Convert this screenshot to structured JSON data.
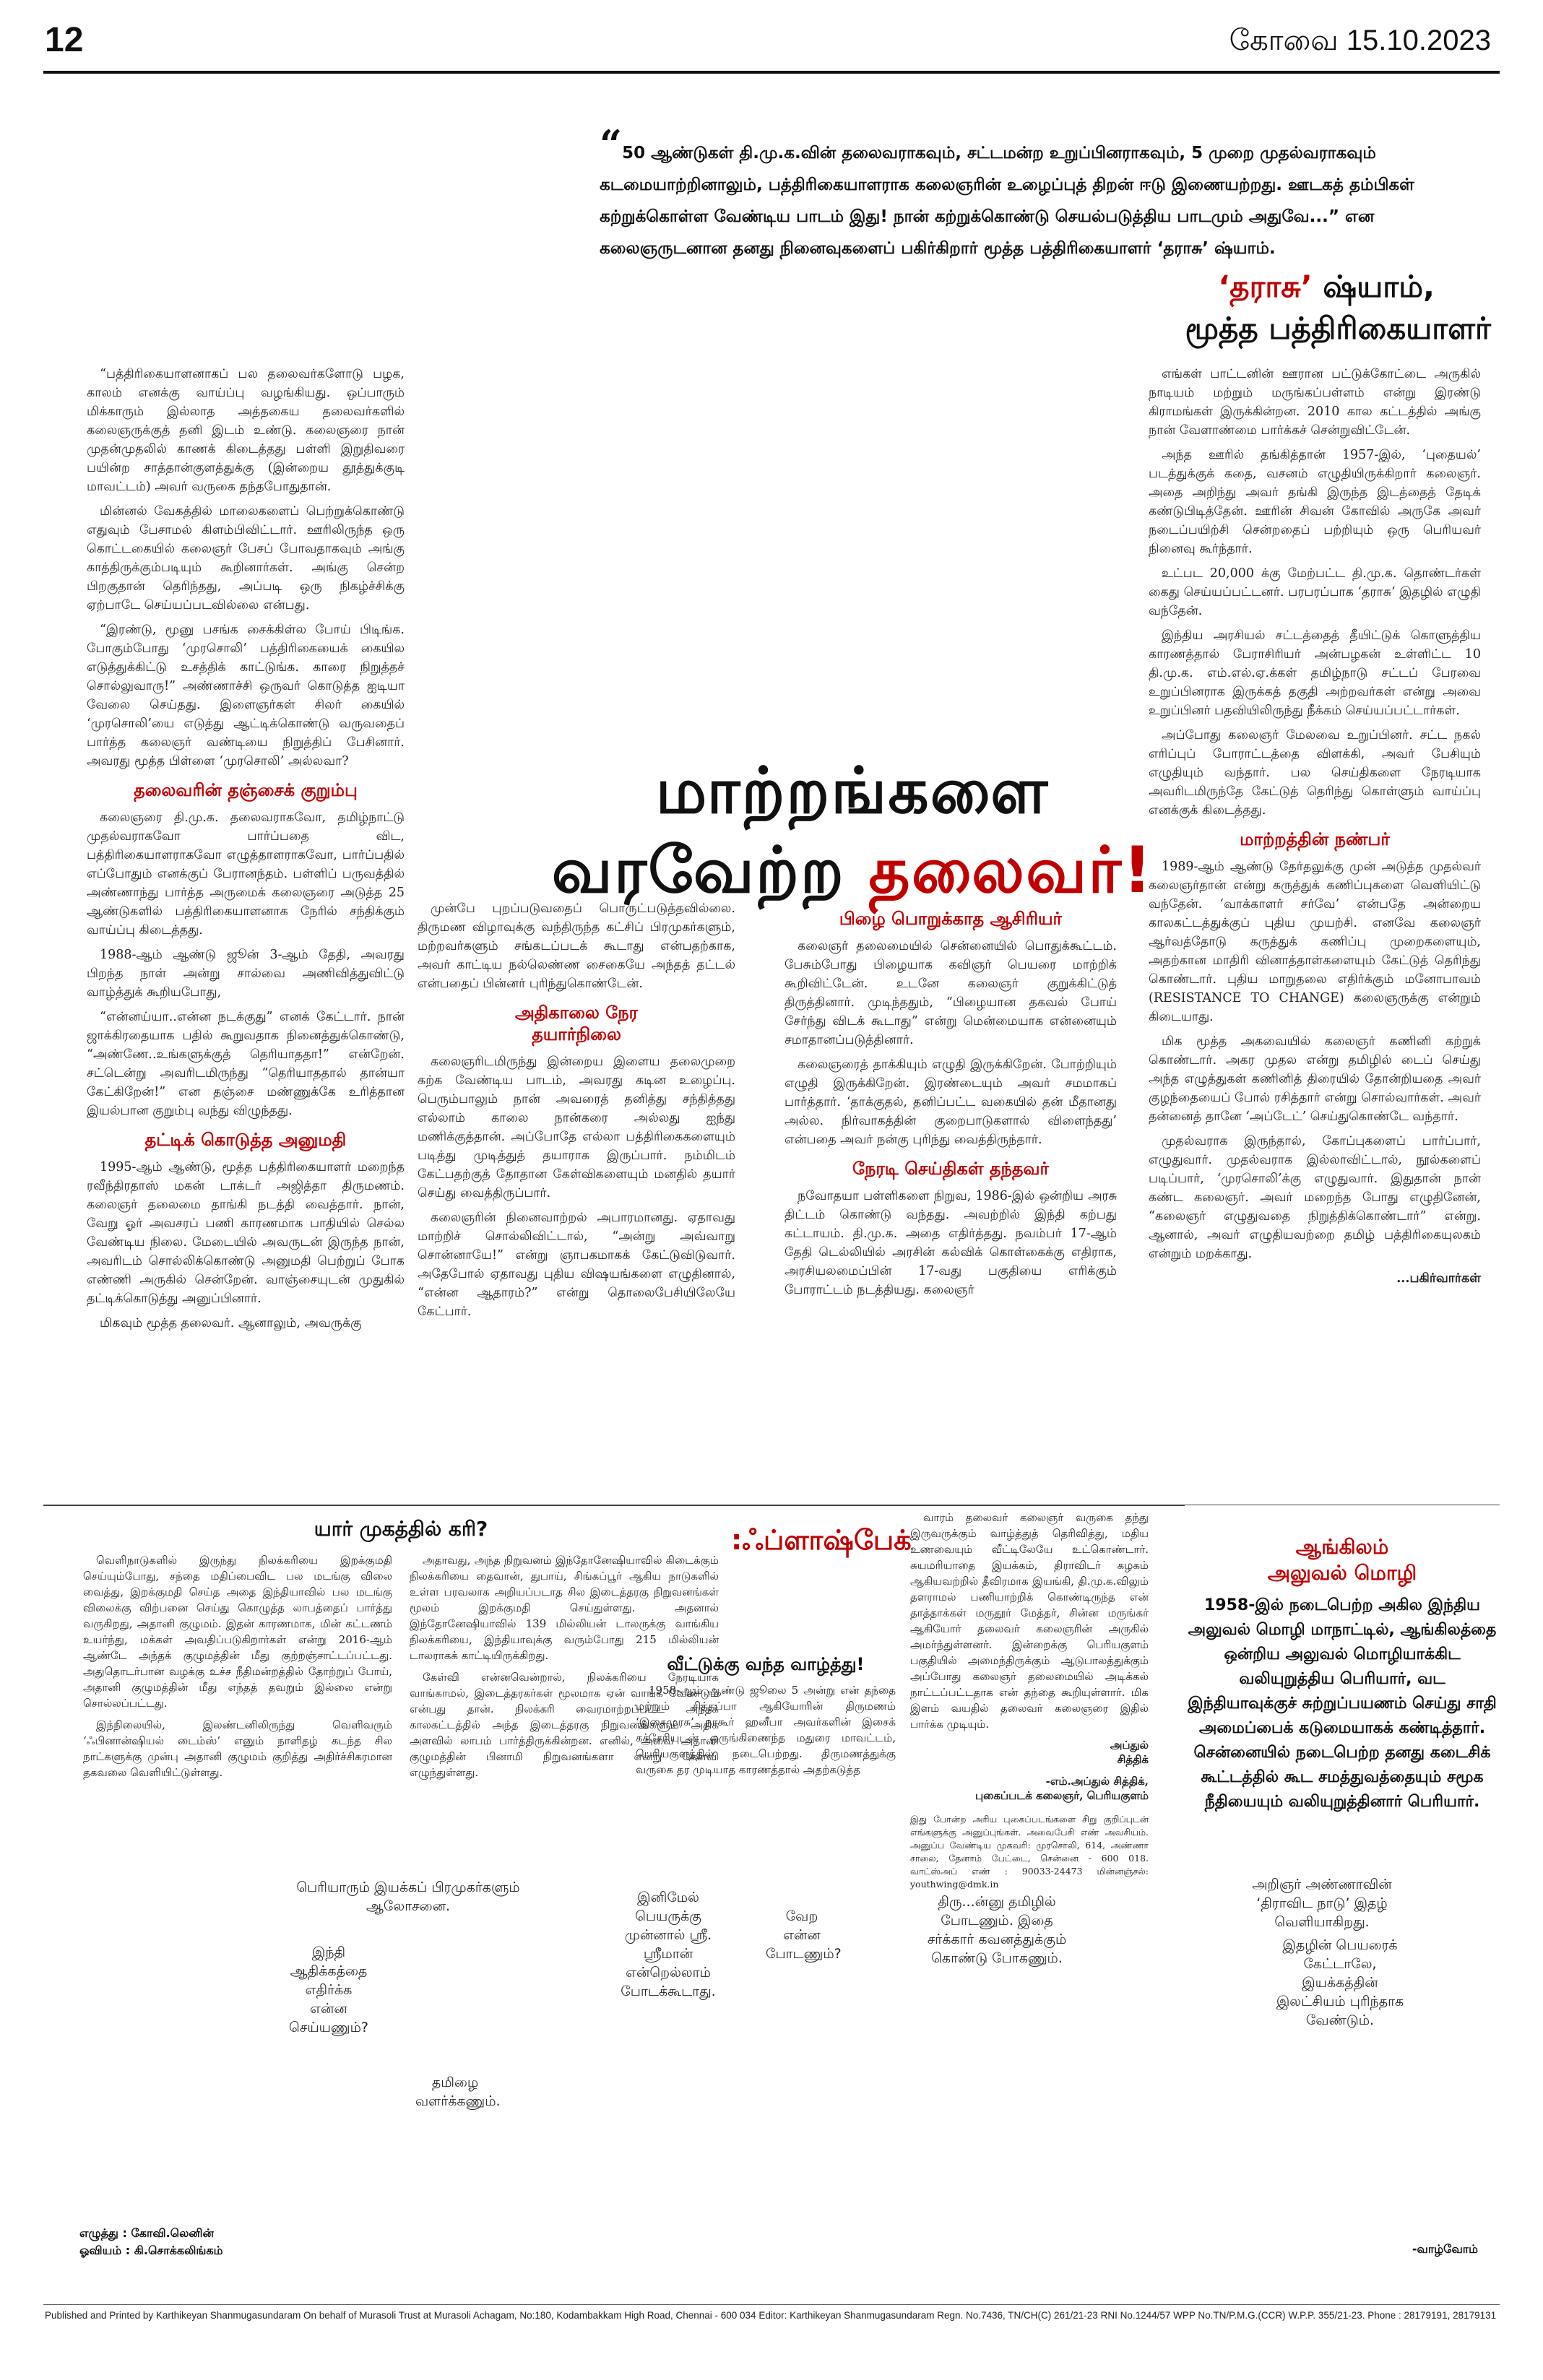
{
  "header": {
    "page_number": "12",
    "date": "கோவை  15.10.2023"
  },
  "intro": {
    "open_quote": "“",
    "text": "50 ஆண்டுகள் தி.மு.க.வின் தலைவராகவும், சட்டமன்ற உறுப்பினராகவும், 5 முறை முதல்வராகவும் கடமையாற்றினாலும், பத்திரிகையாளராக கலைஞரின் உழைப்புத் திறன் ஈடு இணையற்றது. ஊடகத் தம்பிகள் கற்றுக்கொள்ள வேண்டிய பாடம் இது! நான் கற்றுக்கொண்டு செயல்படுத்திய பாடமும் அதுவே...",
    "close_quote": "”",
    "suffix": " என கலைஞருடனான தனது நினைவுகளைப் பகிர்கிறார் மூத்த பத்திரிகையாளர் ‘தராசு’ ஷ்யாம்."
  },
  "byline": {
    "name_red": "‘தராசு’",
    "name": " ஷ்யாம்,",
    "role": "மூத்த பத்திரிகையாளர்"
  },
  "headline": {
    "line1": "மாற்றங்களை",
    "line2a": "வரவேற்ற ",
    "line2b": "தலைவர்!"
  },
  "col1": {
    "p1": "“பத்திரிகையாளனாகப் பல தலைவர்களோடு பழக, காலம் எனக்கு வாய்ப்பு வழங்கியது. ஒப்பாரும் மிக்காரும் இல்லாத அத்தகைய தலைவர்களில் கலைஞருக்குத் தனி இடம் உண்டு. கலைஞரை நான் முதன்முதலில் காணக் கிடைத்தது பள்ளி இறுதிவரை பயின்ற சாத்தான்குளத்துக்கு (இன்றைய தூத்துக்குடி மாவட்டம்) அவர் வருகை தந்தபோதுதான்.",
    "p2": "மின்னல் வேகத்தில் மாலைகளைப் பெற்றுக்கொண்டு எதுவும் பேசாமல் கிளம்பிவிட்டார். ஊரிலிருந்த ஒரு கொட்டகையில் கலைஞர் பேசப் போவதாகவும் அங்கு காத்திருக்கும்படியும் கூறினார்கள். அங்கு சென்ற பிறகுதான் தெரிந்தது, அப்படி ஒரு நிகழ்ச்சிக்கு ஏற்பாடே செய்யப்படவில்லை என்பது.",
    "p3": "“இரண்டு, மூனு பசங்க சைக்கிள்ல போய் பிடிங்க. போகும்போது ‘முரசொலி’ பத்திரிகையைக் கையில எடுத்துக்கிட்டு உசத்திக் காட்டுங்க. காரை நிறுத்தச் சொல்லுவாரு!” அண்ணாச்சி ஒருவர் கொடுத்த ஐடியா வேலை செய்தது. இளைஞர்கள் சிலர் கையில் ‘முரசொலி’யை எடுத்து ஆட்டிக்கொண்டு வருவதைப் பார்த்த கலைஞர் வண்டியை நிறுத்திப் பேசினார். அவரது மூத்த பிள்ளை ‘முரசொலி’ அல்லவா?",
    "h1": "தலைவரின் தஞ்சைக் குறும்பு",
    "p4": "கலைஞரை தி.மு.க. தலைவராகவோ, தமிழ்நாட்டு முதல்வராகவோ பார்ப்பதை விட, பத்திரிகையாளராகவோ எழுத்தாளராகவோ, பார்ப்பதில் எப்போதும் எனக்குப் பேரானந்தம். பள்ளிப் பருவத்தில் அண்ணாந்து பார்த்த அருமைக் கலைஞரை அடுத்த 25 ஆண்டுகளில் பத்திரிகையாளனாக நேரில் சந்திக்கும் வாய்ப்பு கிடைத்தது.",
    "p5": "1988-ஆம் ஆண்டு ஜூன் 3-ஆம் தேதி, அவரது பிறந்த நாள் அன்று சால்வை அணிவித்துவிட்டு வாழ்த்துக் கூறியபோது,",
    "p6": "“என்னய்யா..என்ன நடக்குது” எனக் கேட்டார். நான் ஜாக்கிரதையாக பதில் கூறுவதாக நினைத்துக்கொண்டு, “அண்ணே..உங்களுக்குத் தெரியாததா!” என்றேன். சட்டென்று அவரிடமிருந்து “தெரியாததால் தான்யா கேட்கிறேன்!” என தஞ்சை மண்ணுக்கே உரித்தான இயல்பான குறும்பு வந்து விழுந்தது.",
    "h2": "தட்டிக் கொடுத்த அனுமதி",
    "p7": "1995-ஆம் ஆண்டு, மூத்த பத்திரிகையாளர் மறைந்த ரவீந்திரதாஸ் மகன் டாக்டர் அஜித்தா திருமணம். கலைஞர் தலைமை தாங்கி நடத்தி வைத்தார். நான், வேறு ஓர் அவசரப் பணி காரணமாக பாதியில் செல்ல வேண்டிய நிலை. மேடையில் அவருடன் இருந்த நான், அவரிடம் சொல்லிக்கொண்டு அனுமதி பெற்றுப் போக எண்ணி அருகில் சென்றேன். வாஞ்சையுடன் முதுகில் தட்டிக்கொடுத்து அனுப்பினார்.",
    "p8": "மிகவும் மூத்த தலைவர். ஆனாலும், அவருக்கு"
  },
  "col2": {
    "p1": "முன்பே புறப்படுவதைப் பொருட்படுத்தவில்லை. திருமண விழாவுக்கு வந்திருந்த கட்சிப் பிரமுகர்களும், மற்றவர்களும் சங்கடப்படக் கூடாது என்பதற்காக, அவர் காட்டிய நல்லெண்ண சைகையே அந்தத் தட்டல் என்பதைப் பின்னர் புரிந்துகொண்டேன்.",
    "h1a": "அதிகாலை நேர",
    "h1b": "தயார்நிலை",
    "p2": "கலைஞரிடமிருந்து இன்றைய இளைய தலைமுறை கற்க வேண்டிய பாடம், அவரது கடின உழைப்பு. பெரும்பாலும் நான் அவரைத் தனித்து சந்தித்தது எல்லாம் காலை நான்கரை அல்லது ஐந்து மணிக்குத்தான். அப்போதே எல்லா பத்திரிகைகளையும் படித்து முடித்துத் தயாராக இருப்பார். நம்மிடம் கேட்பதற்குத் தோதான கேள்விகளையும் மனதில் தயார் செய்து வைத்திருப்பார்.",
    "p3": "கலைஞரின் நினைவாற்றல் அபாரமானது. ஏதாவது மாற்றிச் சொல்லிவிட்டால், “அன்று அவ்வாறு சொன்னாயே!” என்று ஞாபகமாகக் கேட்டுவிடுவார். அதேபோல் ஏதாவது புதிய விஷயங்களை எழுதினால், “என்ன ஆதாரம்?” என்று தொலைபேசியிலேயே கேட்பார்."
  },
  "col3": {
    "h1": "பிழை பொறுக்காத ஆசிரியர்",
    "p1": "கலைஞர் தலைமையில் சென்னையில் பொதுக்கூட்டம். பேசும்போது பிழையாக கவிஞர் பெயரை மாற்றிக் கூறிவிட்டேன். உடனே கலைஞர் குறுக்கிட்டுத் திருத்தினார். முடிந்ததும், “பிழையான தகவல் போய் சேர்ந்து விடக் கூடாது” என்று மென்மையாக என்னையும் சமாதானப்படுத்தினார்.",
    "p2": "கலைஞரைத் தாக்கியும் எழுதி இருக்கிறேன். போற்றியும் எழுதி இருக்கிறேன். இரண்டையும் அவர் சமமாகப் பார்த்தார். ‘தாக்குதல், தனிப்பட்ட வகையில் தன் மீதானது அல்ல. நிர்வாகத்தின் குறைபாடுகளால் விளைந்தது’ என்பதை அவர் நன்கு புரிந்து வைத்திருந்தார்.",
    "h2": "நேரடி செய்திகள் தந்தவர்",
    "p3": "நவோதயா பள்ளிகளை நிறுவ, 1986-இல் ஒன்றிய அரசு திட்டம் கொண்டு வந்தது. அவற்றில் இந்தி கற்பது கட்டாயம். தி.மு.க. அதை எதிர்த்தது. நவம்பர் 17-ஆம் தேதி டெல்லியில் அரசின் கல்விக் கொள்கைக்கு எதிராக, அரசியலமைப்பின் 17-வது பகுதியை எரிக்கும் போராட்டம் நடத்தியது. கலைஞர்"
  },
  "col4": {
    "p1": "எங்கள் பாட்டனின் ஊரான பட்டுக்கோட்டை அருகில் நாடியம் மற்றும் மருங்கப்பள்ளம் என்று இரண்டு கிராமங்கள் இருக்கின்றன. 2010 கால கட்டத்தில் அங்கு நான் வேளாண்மை பார்க்கச் சென்றுவிட்டேன்.",
    "p2": "அந்த ஊரில் தங்கித்தான் 1957-இல், ‘புதையல்’ படத்துக்குக் கதை, வசனம் எழுதியிருக்கிறார் கலைஞர். அதை அறிந்து அவர் தங்கி இருந்த இடத்தைத் தேடிக் கண்டுபிடித்தேன். ஊரின் சிவன் கோவில் அருகே அவர் நடைப்பயிற்சி சென்றதைப் பற்றியும் ஒரு பெரியவர் நினைவு கூர்ந்தார்.",
    "p3": "உட்பட 20,000 க்கு மேற்பட்ட தி.மு.க. தொண்டர்கள் கைது செய்யப்பட்டனர். பரபரப்பாக ‘தராசு’ இதழில் எழுதி வந்தேன்.",
    "p4": "இந்திய அரசியல் சட்டத்தைத் தீயிட்டுக் கொளுத்திய காரணத்தால் பேராசிரியர் அன்பழகன் உள்ளிட்ட 10 தி.மு.க. எம்.எல்.ஏ.க்கள் தமிழ்நாடு சட்டப் பேரவை உறுப்பினராக இருக்கத் தகுதி அற்றவர்கள் என்று அவை உறுப்பினர் பதவியிலிருந்து நீக்கம் செய்யப்பட்டார்கள்.",
    "p5": "அப்போது கலைஞர் மேலவை உறுப்பினர். சட்ட நகல் எரிப்புப் போராட்டத்தை விளக்கி, அவர் பேசியும் எழுதியும் வந்தார். பல செய்திகளை நேரடியாக அவரிடமிருந்தே கேட்டுத் தெரிந்து கொள்ளும் வாய்ப்பு எனக்குக் கிடைத்தது.",
    "h1": "மாற்றத்தின் நண்பர்",
    "p6": "1989-ஆம் ஆண்டு தேர்தலுக்கு முன் அடுத்த முதல்வர் கலைஞர்தான் என்று கருத்துக் கணிப்புகளை வெளியிட்டு வந்தேன். ‘வாக்காளர் சர்வே’ என்பதே அன்றைய காலகட்டத்துக்குப் புதிய முயற்சி. எனவே கலைஞர் ஆர்வத்தோடு கருத்துக் கணிப்பு முறைகளையும், அதற்கான மாதிரி வினாத்தாள்களையும் கேட்டுத் தெரிந்து கொண்டார். புதிய மாறுதலை எதிர்க்கும் மனோபாவம் (RESISTANCE TO CHANGE) கலைஞருக்கு என்றும் கிடையாது.",
    "p7": "மிக மூத்த அகவையில் கலைஞர் கணினி கற்றுக் கொண்டார். அகர முதல என்று தமிழில் டைப் செய்து அந்த எழுத்துகள் கணினித் திரையில் தோன்றியதை அவர் குழந்தையைப் போல் ரசித்தார் என்று சொல்வார்கள். அவர் தன்னைத் தானே ‘அப்டேட்’ செய்துகொண்டே வந்தார்.",
    "p8": "முதல்வராக இருந்தால், கோப்புகளைப் பார்ப்பார், எழுதுவார். முதல்வராக இல்லாவிட்டால், நூல்களைப் படிப்பார், ‘முரசொலி’க்கு எழுதுவார். இதுதான் நான் கண்ட கலைஞர். அவர் மறைந்த போது எழுதினேன், “கலைஞர் எழுதுவதை நிறுத்திக்கொண்டார்” என்று. ஆனால், அவர் எழுதியவற்றை தமிழ் பத்திரிகையுலகம் என்றும் மறக்காது.",
    "end": "...பகிர்வார்கள்"
  },
  "box1": {
    "title": "யார் முகத்தில் கரி?",
    "p1": "வெளிநாடுகளில் இருந்து நிலக்கரியை இறக்குமதி செய்யும்போது, சந்தை மதிப்பைவிட பல மடங்கு விலை வைத்து, இறக்குமதி செய்த அதை இந்தியாவில் பல மடங்கு விலைக்கு விற்பனை செய்து கொழுத்த லாபத்தைப் பார்த்து வருகிறது, அதானி குழுமம். இதன் காரணமாக, மின் கட்டணம் உயர்ந்து, மக்கள் அவதிப்படுகிறார்கள் என்று 2016-ஆம் ஆண்டே அந்தக் குழுமத்தின் மீது குற்றஞ்சாட்டப்பட்டது. அதுதொடர்பான வழக்கு உச்ச நீதிமன்றத்தில் தோற்றுப் போய், அதானி குழுமத்தின் மீது எந்தத் தவறும் இல்லை என்று சொல்லப்பட்டது.",
    "p2": "இந்நிலையில், இலண்டனிலிருந்து வெளிவரும் ‘ஃபினான்ஷியல் டைம்ஸ்’ எனும் நாளிதழ் கடந்த சில நாட்களுக்கு முன்பு அதானி குழுமம் குறித்து அதிர்ச்சிகரமான தகவலை வெளியிட்டுள்ளது.",
    "p3": "அதாவது, அந்த நிறுவனம் இந்தோனேஷியாவில் கிடைக்கும் நிலக்கரியை தைவான், துபாய், சிங்கப்பூர் ஆகிய நாடுகளில் உள்ள பரவலாக அறியப்படாத சில இடைத்தரகு நிறுவனங்கள் மூலம் இறக்குமதி செய்துள்ளது. அதனால் இந்தோனேஷியாவில் 139 மில்லியன் டாலருக்கு வாங்கிய நிலக்கரியை, இந்தியாவுக்கு வரும்போது 215 மில்லியன் டாலராகக் காட்டியிருக்கிறது.",
    "p4": "கேள்வி என்னவென்றால், நிலக்கரியை நேரடியாக வாங்காமல், இடைத்தரகர்கள் மூலமாக ஏன் வாங்க வேண்டும் என்பது தான். நிலக்கரி வைரமாற்றப்பட்ட அந்தக் காலகட்டத்தில் அந்த இடைத்தரகு நிறுவனங்களும் அதிக அளவில் லாபம் பார்த்திருக்கின்றன. எனில், அவை அதானி குழுமத்தின் பினாமி நிறுவனங்களா என்று கேள்வி எழுந்துள்ளது."
  },
  "flashback": {
    "title": ":ஃப்ளாஷ்பேக்",
    "p1": "வாரம் தலைவர் கலைஞர் வருகை தந்து இருவருக்கும் வாழ்த்துத் தெரிவித்து, மதிய உணவையும் வீட்டிலேயே உட்கொண்டார். சுயமரியாதை இயக்கம், திராவிடர் கழகம் ஆகியவற்றில் தீவிரமாக இயங்கி, தி.மு.க.விலும் தளராமல் பணியாற்றிக் கொண்டிருந்த என் தாத்தாக்கள் மருதூர் மேத்தர், சின்ன மருங்கர் ஆகியோர் தலைவர் கலைஞரின் அருகில் அமர்ந்துள்ளனர். இன்றைக்கு பெரியகுளம் பகுதியில் அமைந்திருக்கும் ஆடுபாலத்துக்கும் அப்போது கலைஞர் தலைமையில் அடிக்கல் நாட்டப்பட்டதாக என் தந்தை கூறியுள்ளார். மிக இளம் வயதில் தலைவர் கலைஞரை இதில் பார்க்க முடியும்.",
    "photo_caption1": "அப்துல்",
    "photo_caption2": "சித்திக்",
    "sign1": "-எம்.அப்துல் சித்திக்,",
    "sign2": "புகைப்படக் கலைஞர், பெரியகுளம்",
    "h1": "வீட்டுக்கு வந்த வாழ்த்து!",
    "p2": "1958-ஆம் ஆண்டு ஜூலை 5 அன்று என் தந்தை மற்றும் சித்தப்பா ஆகியோரின் திருமணம் ‘இசைமுரசு’ நாகூர் ஹனீபா அவர்களின் இசைக் கச்சேரியுடன் ஒருங்கிணைந்த மதுரை மாவட்டம், பெரியகுளத்தில் நடைபெற்றது. திருமணத்துக்கு வருகை தர முடியாத காரணத்தால் அதற்கடுத்த",
    "note": "இது போன்ற அரிய புகைப்படங்களை சிறு குறிப்புடன் எங்களுக்கு அனுப்புங்கள். அவைபேசி எண் அவசியம். அனுப்ப வேண்டிய முகவரி: முரசொலி, 614, அண்ணா சாலை, தேனாம் பேட்டை, சென்னை - 600 018. வாட்ஸ்அப் எண் : 90033-24473 மின்னஞ்சல்: youthwing@dmk.in"
  },
  "sidebox": {
    "title1": "ஆங்கிலம்",
    "title2": "அலுவல் மொழி",
    "body": "1958-இல் நடைபெற்ற அகில இந்திய அலுவல் மொழி மாநாட்டில், ஆங்கிலத்தை ஒன்றிய அலுவல் மொழியாக்கிட வலியுறுத்திய பெரியார், வட இந்தியாவுக்குச் சுற்றுப்பயணம் செய்து சாதி அமைப்பைக் கடுமையாகக் கண்டித்தார். சென்னையில் நடைபெற்ற தனது கடைசிக் கூட்டத்தில் கூட சமத்துவத்தையும் சமூக நீதியையும் வலியுறுத்தினார் பெரியார்."
  },
  "comic": {
    "b1": "பெரியாரும் இயக்கப் பிரமுகர்களும் ஆலோசனை.",
    "b2": "இந்தி ஆதிக்கத்தை எதிர்க்க என்ன செய்யணும்?",
    "b3": "தமிழை வளர்க்கணும்.",
    "b4": "இனிமேல் பெயருக்கு முன்னால் ஸ்ரீ. ஸ்ரீமான் என்றெல்லாம் போடக்கூடாது.",
    "b5": "வேற என்ன போடணும்?",
    "b6": "திரு...ன்னு தமிழில் போடணும். இதை சர்க்கார் கவனத்துக்கும் கொண்டு போகணும்.",
    "b7": "அறிஞர் அண்ணாவின் ‘திராவிட நாடு’ இதழ் வெளியாகிறது.",
    "b8": "இதழின் பெயரைக் கேட்டாலே, இயக்கத்தின் இலட்சியம் புரிந்தாக வேண்டும்."
  },
  "credits": {
    "line1": "எழுத்து : கோவி.லெனின்",
    "line2": "ஓவியம் : கி.சொக்கலிங்கம்",
    "end": "-வாழ்வோம்"
  },
  "footer": "Published and Printed by Karthikeyan Shanmugasundaram On behalf of Murasoli Trust at Murasoli Achagam, No:180, Kodambakkam High Road, Chennai - 600 034 Editor: Karthikeyan Shanmugasundaram Regn. No.7436, TN/CH(C) 261/21-23 RNI No.1244/57 WPP No.TN/P.M.G.(CCR) W.P.P. 355/21-23. Phone : 28179191, 28179131"
}
